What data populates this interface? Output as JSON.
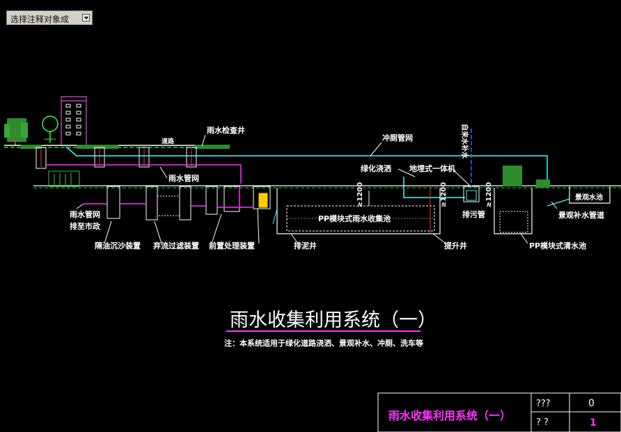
{
  "toolbar": {
    "dropdown_value": "选择注释对象成"
  },
  "drawing": {
    "title": "雨水收集利用系统（一）",
    "note": "注：本系统适用于绿化道路浇洒、景观补水、冲厕、洗车等",
    "labels": {
      "inspection_well": "雨水检查井",
      "road": "道路",
      "flush_pipe": "冲厕管网",
      "rain_pipe_network": "雨水管网",
      "greening_irrigation": "绿化浇洒",
      "integrated_machine": "地埋式一体机",
      "tap_water": "自来水补水",
      "discharge_pipe": "排污管",
      "landscape_pool": "景观水池",
      "landscape_pipe": "景观补水管道",
      "rain_pipe_left": "雨水管网",
      "to_municipal": "排至市政",
      "grease_sand": "隔油沉沙装置",
      "diversion_filter": "弃流过滤装置",
      "pretreatment": "前置处理装置",
      "mud_well": "排泥井",
      "pp_collection": "PP模块式雨水收集池",
      "lift_well": "提升井",
      "pp_clear": "PP模块式清水池",
      "dim1": "≥1200",
      "dim2": "≥1200",
      "dim3": "≥1200"
    }
  },
  "title_block": {
    "name": "雨水收集利用系统（一）",
    "cell_top_left": "???",
    "cell_top_right": "0",
    "cell_bottom_left": "?  ?",
    "cell_bottom_right": "1"
  }
}
